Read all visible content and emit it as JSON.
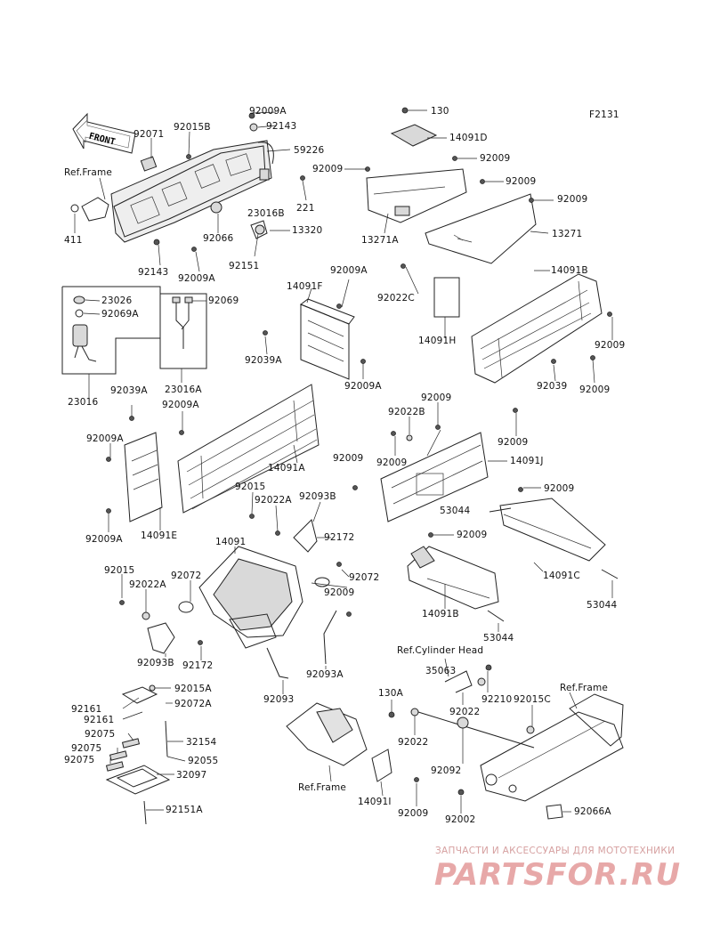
{
  "figure_code": "F2131",
  "front_arrow_label": "FRONT",
  "labels": [
    {
      "id": "l1",
      "text": "92009A"
    },
    {
      "id": "l2",
      "text": "92143"
    },
    {
      "id": "l3",
      "text": "59226"
    },
    {
      "id": "l4",
      "text": "92071"
    },
    {
      "id": "l5",
      "text": "92015B"
    },
    {
      "id": "l6",
      "text": "Ref.Frame"
    },
    {
      "id": "l7",
      "text": "221"
    },
    {
      "id": "l8",
      "text": "23016B"
    },
    {
      "id": "l9",
      "text": "13320"
    },
    {
      "id": "l10",
      "text": "411"
    },
    {
      "id": "l11",
      "text": "92066"
    },
    {
      "id": "l12",
      "text": "92151"
    },
    {
      "id": "l13",
      "text": "92143"
    },
    {
      "id": "l14",
      "text": "92009A"
    },
    {
      "id": "l15",
      "text": "130"
    },
    {
      "id": "l16",
      "text": "14091D"
    },
    {
      "id": "l17",
      "text": "92009"
    },
    {
      "id": "l18",
      "text": "92009"
    },
    {
      "id": "l19",
      "text": "92009"
    },
    {
      "id": "l20",
      "text": "92009"
    },
    {
      "id": "l21",
      "text": "13271A"
    },
    {
      "id": "l22",
      "text": "13271"
    },
    {
      "id": "l23",
      "text": "23026"
    },
    {
      "id": "l24",
      "text": "92069A"
    },
    {
      "id": "l25",
      "text": "92069"
    },
    {
      "id": "l26",
      "text": "23016"
    },
    {
      "id": "l27",
      "text": "23016A"
    },
    {
      "id": "l28",
      "text": "92009A"
    },
    {
      "id": "l29",
      "text": "14091F"
    },
    {
      "id": "l30",
      "text": "92039A"
    },
    {
      "id": "l31",
      "text": "92009A"
    },
    {
      "id": "l32",
      "text": "92022C"
    },
    {
      "id": "l33",
      "text": "14091B"
    },
    {
      "id": "l34",
      "text": "14091H"
    },
    {
      "id": "l35",
      "text": "92009"
    },
    {
      "id": "l36",
      "text": "92039"
    },
    {
      "id": "l37",
      "text": "92009"
    },
    {
      "id": "l38",
      "text": "92039A"
    },
    {
      "id": "l39",
      "text": "92009A"
    },
    {
      "id": "l40",
      "text": "92009A"
    },
    {
      "id": "l41",
      "text": "14091A"
    },
    {
      "id": "l42",
      "text": "14091E"
    },
    {
      "id": "l43",
      "text": "92009A"
    },
    {
      "id": "l44",
      "text": "92009"
    },
    {
      "id": "l45",
      "text": "92022B"
    },
    {
      "id": "l46",
      "text": "92009"
    },
    {
      "id": "l47",
      "text": "92009"
    },
    {
      "id": "l48",
      "text": "92009"
    },
    {
      "id": "l49",
      "text": "14091J"
    },
    {
      "id": "l50",
      "text": "92015"
    },
    {
      "id": "l51",
      "text": "92022A"
    },
    {
      "id": "l52",
      "text": "92093B"
    },
    {
      "id": "l53",
      "text": "92172"
    },
    {
      "id": "l54",
      "text": "92009"
    },
    {
      "id": "l55",
      "text": "53044"
    },
    {
      "id": "l56",
      "text": "92009"
    },
    {
      "id": "l57",
      "text": "14091C"
    },
    {
      "id": "l58",
      "text": "53044"
    },
    {
      "id": "l59",
      "text": "14091"
    },
    {
      "id": "l60",
      "text": "92072"
    },
    {
      "id": "l61",
      "text": "92009"
    },
    {
      "id": "l62",
      "text": "92015"
    },
    {
      "id": "l63",
      "text": "92022A"
    },
    {
      "id": "l64",
      "text": "92072"
    },
    {
      "id": "l65",
      "text": "92093B"
    },
    {
      "id": "l66",
      "text": "92172"
    },
    {
      "id": "l67",
      "text": "92093A"
    },
    {
      "id": "l68",
      "text": "92093"
    },
    {
      "id": "l69",
      "text": "14091B"
    },
    {
      "id": "l70",
      "text": "53044"
    },
    {
      "id": "l71",
      "text": "Ref.Cylinder Head"
    },
    {
      "id": "l72",
      "text": "35063"
    },
    {
      "id": "l73",
      "text": "130A"
    },
    {
      "id": "l74",
      "text": "92210"
    },
    {
      "id": "l75",
      "text": "92022"
    },
    {
      "id": "l76",
      "text": "92015C"
    },
    {
      "id": "l77",
      "text": "Ref.Frame"
    },
    {
      "id": "l78",
      "text": "92022"
    },
    {
      "id": "l79",
      "text": "92092"
    },
    {
      "id": "l80",
      "text": "Ref.Frame"
    },
    {
      "id": "l81",
      "text": "14091I"
    },
    {
      "id": "l82",
      "text": "92009"
    },
    {
      "id": "l83",
      "text": "92002"
    },
    {
      "id": "l84",
      "text": "92066A"
    },
    {
      "id": "l85",
      "text": "92015A"
    },
    {
      "id": "l86",
      "text": "92072A"
    },
    {
      "id": "l87",
      "text": "92161"
    },
    {
      "id": "l88",
      "text": "92161"
    },
    {
      "id": "l89",
      "text": "92075"
    },
    {
      "id": "l90",
      "text": "32154"
    },
    {
      "id": "l91",
      "text": "92075"
    },
    {
      "id": "l92",
      "text": "92075"
    },
    {
      "id": "l93",
      "text": "92055"
    },
    {
      "id": "l94",
      "text": "32097"
    },
    {
      "id": "l95",
      "text": "92151A"
    }
  ],
  "watermark": {
    "line1": "ЗАПЧАСТИ И АКСЕССУАРЫ ДЛЯ МОТОТЕХНИКИ",
    "line2": "PARTSFOR.RU"
  }
}
